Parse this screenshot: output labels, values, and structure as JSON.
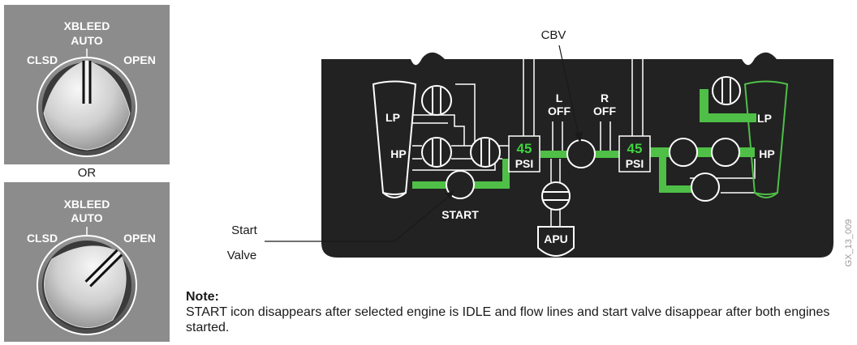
{
  "knob_panels": [
    {
      "title": "XBLEED",
      "label_left": "CLSD",
      "label_center": "AUTO",
      "label_right": "OPEN",
      "selected_position": "AUTO"
    },
    {
      "title": "XBLEED",
      "label_left": "CLSD",
      "label_center": "AUTO",
      "label_right": "OPEN",
      "selected_position": "OPEN"
    }
  ],
  "or_label": "OR",
  "synoptic": {
    "callout_cbv": "CBV",
    "callout_start_valve": [
      "Start",
      "Valve"
    ],
    "left_engine": {
      "lp": "LP",
      "hp": "HP",
      "start": "START"
    },
    "right_engine": {
      "lp": "LP",
      "hp": "HP"
    },
    "pressure_left": {
      "value": "45",
      "unit": "PSI"
    },
    "pressure_right": {
      "value": "45",
      "unit": "PSI"
    },
    "pack_left": {
      "side": "L",
      "state": "OFF"
    },
    "pack_right": {
      "side": "R",
      "state": "OFF"
    },
    "apu_label": "APU"
  },
  "note": {
    "title": "Note:",
    "text": "START icon disappears after selected engine is IDLE and flow lines and start valve disappear after both engines started."
  },
  "figure_id": "GX_13_009",
  "colors": {
    "panel_bg": "#222222",
    "knob_panel_bg": "#8c8c8c",
    "flow_green": "#4fbf47",
    "pressure_green": "#3dd43d",
    "line_white": "#ffffff"
  }
}
